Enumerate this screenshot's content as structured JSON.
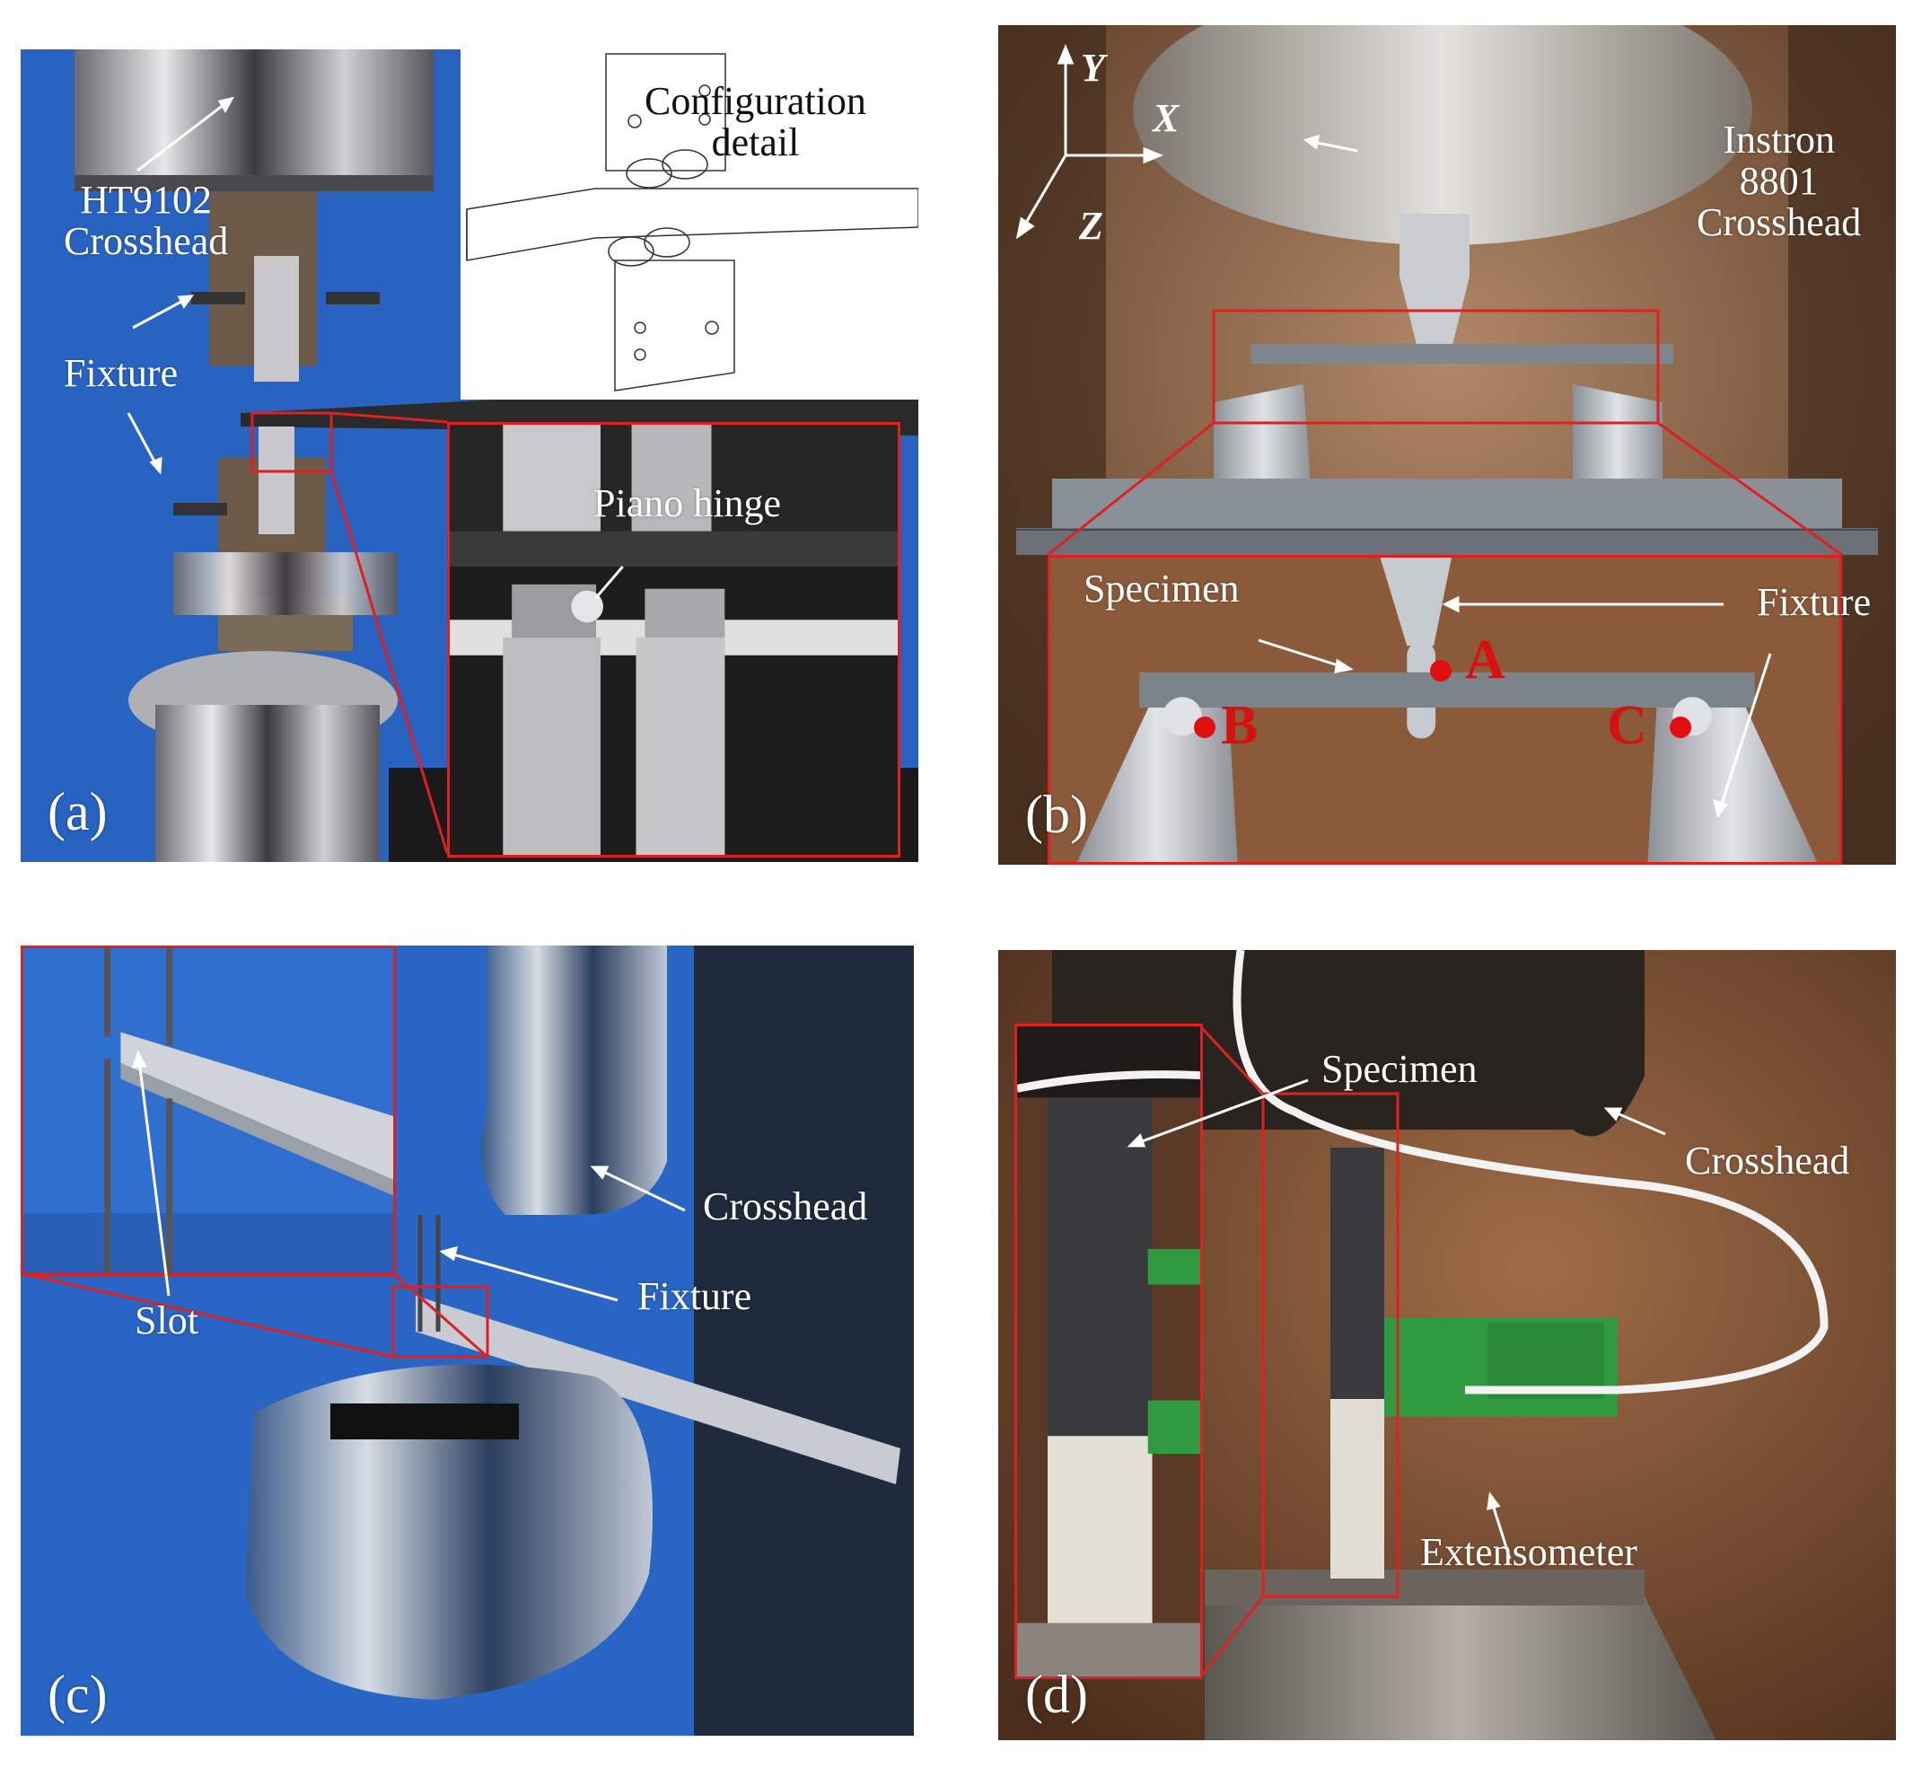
{
  "panels": {
    "a": {
      "letter": "(a)",
      "crosshead_label": "HT9102\nCrosshead",
      "fixture_label": "Fixture",
      "configuration_label": "Configuration\ndetail",
      "hinge_label": "Piano hinge"
    },
    "b": {
      "letter": "(b)",
      "axis_y": "Y",
      "axis_x": "X",
      "axis_z": "Z",
      "crosshead_label": "Instron\n8801\nCrosshead",
      "specimen_label": "Specimen",
      "fixture_label": "Fixture",
      "point_a": "A",
      "point_b": "B",
      "point_c": "C"
    },
    "c": {
      "letter": "(c)",
      "crosshead_label": "Crosshead",
      "fixture_label": "Fixture",
      "slot_label": "Slot"
    },
    "d": {
      "letter": "(d)",
      "specimen_label": "Specimen",
      "crosshead_label": "Crosshead",
      "extensometer_label": "Extensometer"
    }
  },
  "colors": {
    "highlight_red": "#e02020",
    "point_red": "#e01010",
    "backdrop_blue": "#2f6fd0",
    "chamber_copper": "#8a5a3a"
  }
}
